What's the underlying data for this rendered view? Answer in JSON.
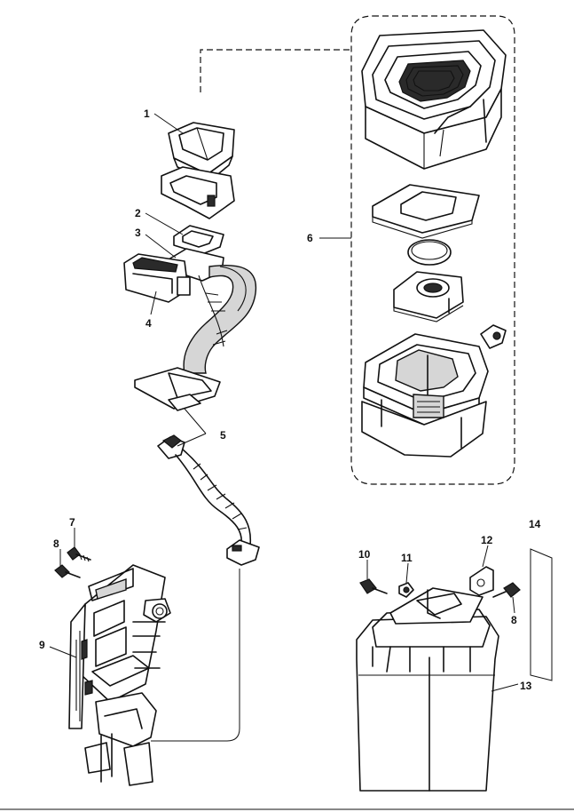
{
  "diagram": {
    "callouts": {
      "c1": "1",
      "c2": "2",
      "c3": "3",
      "c4": "4",
      "c5": "5",
      "c6": "6",
      "c7": "7",
      "c8a": "8",
      "c9": "9",
      "c10": "10",
      "c11": "11",
      "c12": "12",
      "c8b": "8",
      "c13": "13",
      "c14": "14"
    }
  }
}
